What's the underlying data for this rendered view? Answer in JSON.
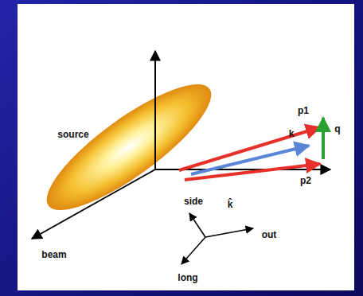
{
  "diagram": {
    "labels": [
      "source",
      "p1",
      "p2",
      "k",
      "q",
      "beam",
      "side",
      "k̂",
      "out",
      "long"
    ]
  }
}
